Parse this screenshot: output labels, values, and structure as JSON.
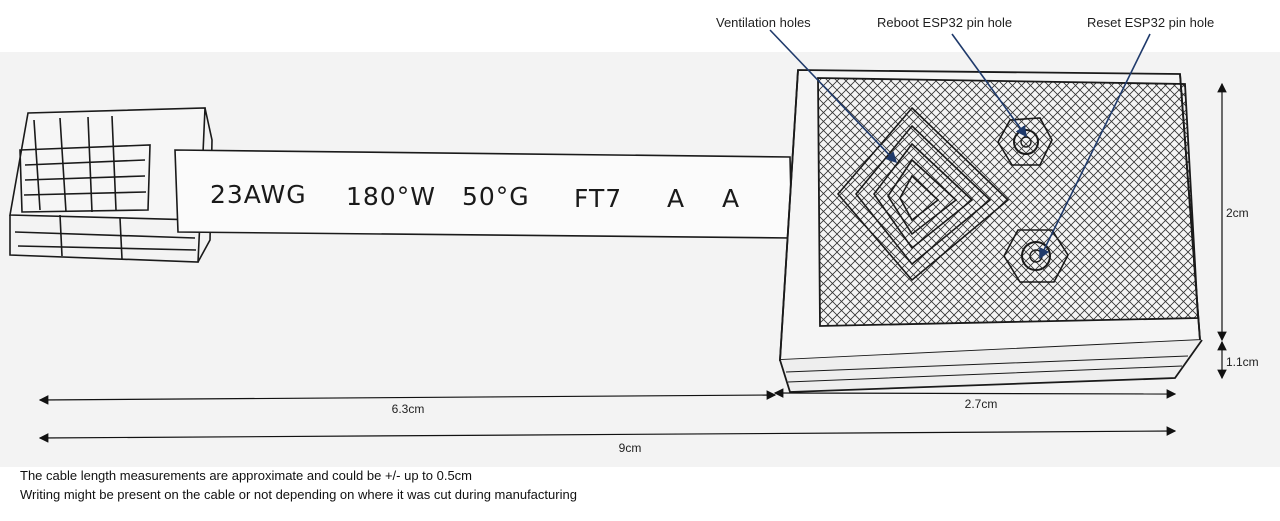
{
  "callouts": {
    "ventilation": "Ventilation holes",
    "reboot": "Reboot ESP32 pin hole",
    "reset": "Reset ESP32 pin hole"
  },
  "cable_print": [
    "23AWG",
    "180°W",
    "50°G",
    "FT7",
    "A",
    "A"
  ],
  "dimensions": {
    "cable_length": "6.3cm",
    "box_length": "2.7cm",
    "total_length": "9cm",
    "box_width": "2cm",
    "box_height": "1.1cm"
  },
  "notes": [
    "The cable length measurements are approximate and could be +/- up to 0.5cm",
    "Writing might be present on the cable or not depending on where it was cut during manufacturing"
  ],
  "colors": {
    "leader": "#1f3a6b",
    "ink": "#1a1a1a"
  }
}
